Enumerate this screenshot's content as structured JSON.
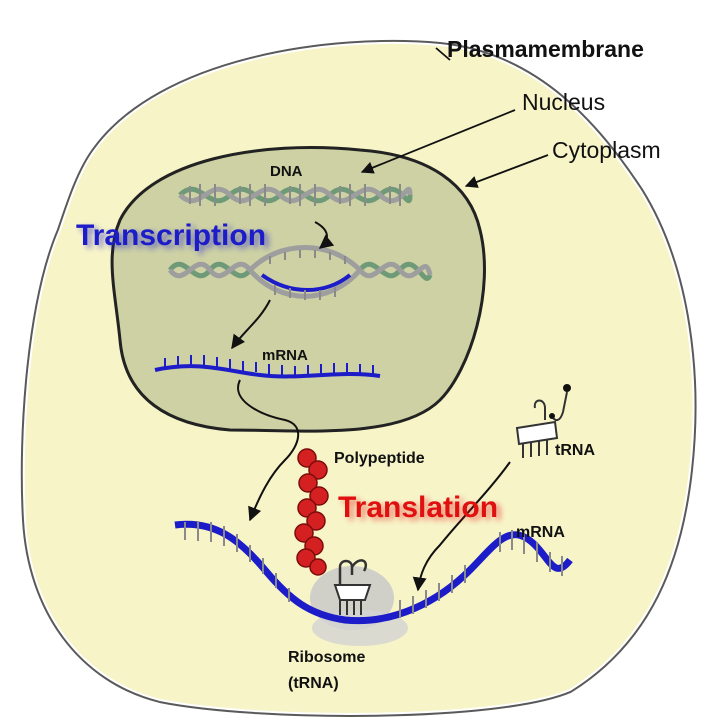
{
  "labels": {
    "plasmamembrane": "Plasmamembrane",
    "nucleus": "Nucleus",
    "cytoplasm": "Cytoplasm",
    "dna": "DNA",
    "transcription": "Transcription",
    "mrna_nucleus": "mRNA",
    "polypeptide": "Polypeptide",
    "trna": "tRNA",
    "translation": "Translation",
    "mrna_cytoplasm": "mRNA",
    "ribosome": "Ribosome",
    "ribosome_sub": "(tRNA)"
  },
  "colors": {
    "cytoplasm_fill": "#f7f4c8",
    "nucleus_fill": "#cdd1a4",
    "membrane_stroke": "#5a5a5a",
    "mrna_blue": "#1c1cc8",
    "polypeptide_red": "#d42020",
    "dna_green": "#6f9a78",
    "dna_gray": "#9e9e9e"
  }
}
